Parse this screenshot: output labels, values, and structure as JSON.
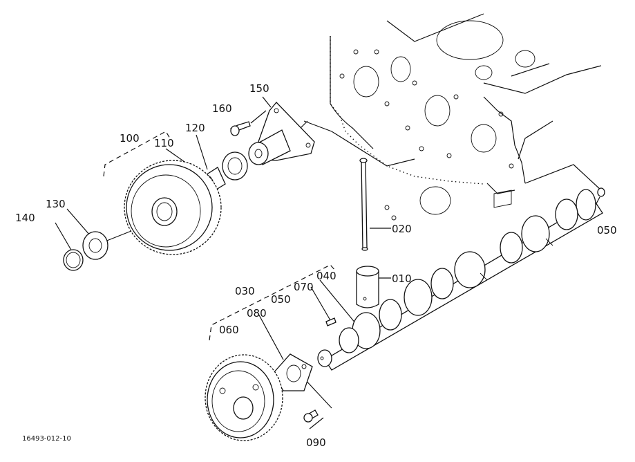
{
  "drawing_number": "16493-012-10",
  "callouts": [
    "010",
    "020",
    "030",
    "040",
    "050",
    "050",
    "060",
    "070",
    "080",
    "090",
    "100",
    "110",
    "120",
    "130",
    "140",
    "150",
    "160"
  ]
}
